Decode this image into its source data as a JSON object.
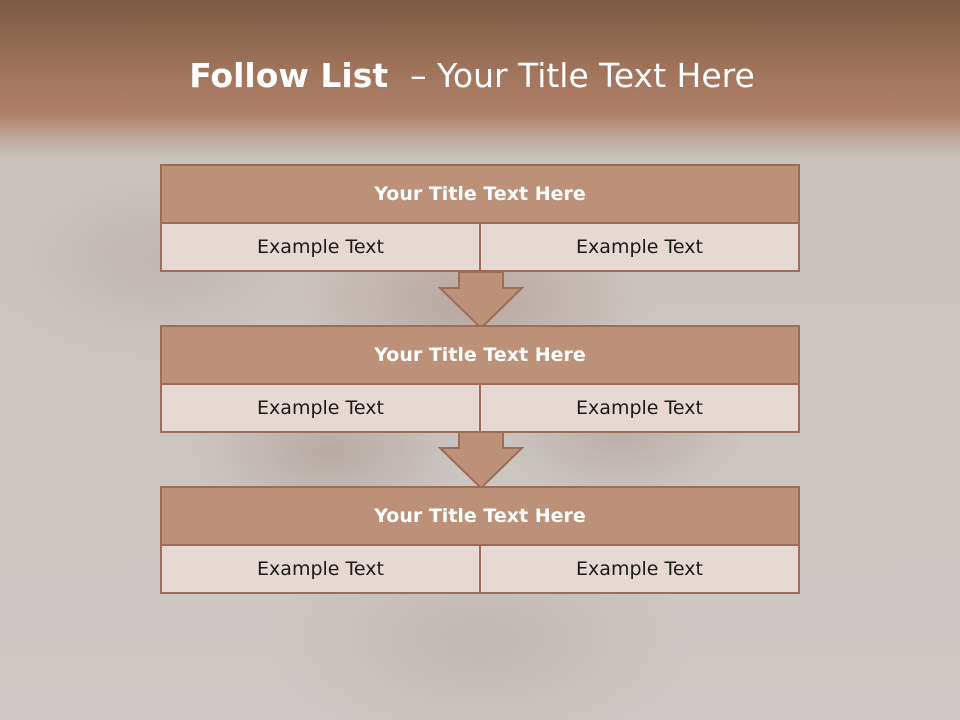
{
  "slide": {
    "title_bold": "Follow List",
    "title_separator": "–",
    "title_rest": "Your Title Text Here"
  },
  "steps": [
    {
      "title": "Your Title Text Here",
      "left": "Example Text",
      "right": "Example Text"
    },
    {
      "title": "Your Title Text Here",
      "left": "Example Text",
      "right": "Example Text"
    },
    {
      "title": "Your Title Text Here",
      "left": "Example Text",
      "right": "Example Text"
    }
  ],
  "colors": {
    "title_band": "#a87a61",
    "box_header": "#bd9078",
    "box_body": "#e6d8d2",
    "border": "#9c6e58",
    "arrow_fill": "#bd9078"
  }
}
